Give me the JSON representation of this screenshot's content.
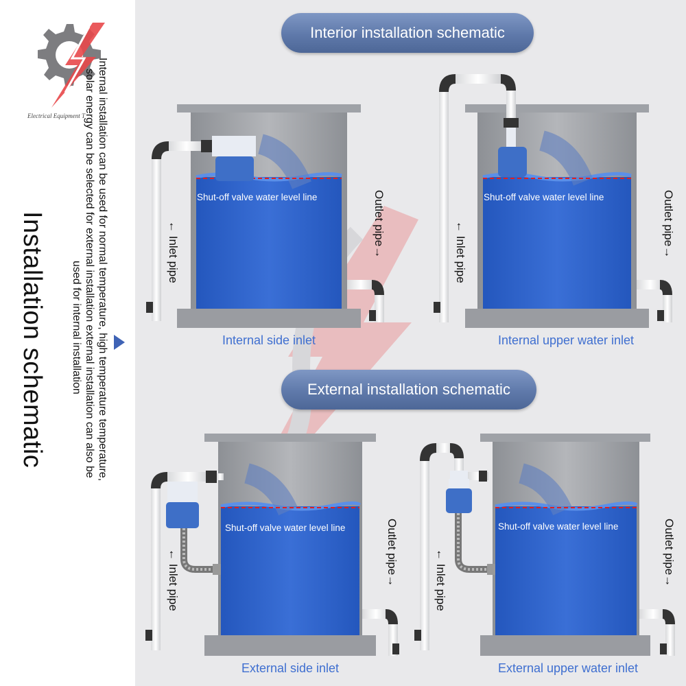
{
  "logo": {
    "name": "gear-bolt-logo",
    "caption": "Electrical Equipment T"
  },
  "sidebar": {
    "title": "Installation schematic",
    "description_lines": [
      "Internal installation can be used for normal temperature, high temperature temperature,",
      "solar energy can be selected for external installation external installation can also be",
      "used for internal installation"
    ]
  },
  "sections": {
    "interior_title": "Interior installation schematic",
    "exterior_title": "External installation schematic"
  },
  "diagrams": [
    {
      "caption": "Internal side inlet",
      "water_level_label": "Shut-off valve water level line",
      "inlet_label": "← Inlet pipe",
      "outlet_label": "Outlet pipe→"
    },
    {
      "caption": "Internal upper water inlet",
      "water_level_label": "Shut-off valve water level line",
      "inlet_label": "← Inlet pipe",
      "outlet_label": "Outlet pipe→"
    },
    {
      "caption": "External side inlet",
      "water_level_label": "Shut-off valve water level line",
      "inlet_label": "← Inlet pipe",
      "outlet_label": "Outlet pipe→"
    },
    {
      "caption": "External upper water inlet",
      "water_level_label": "Shut-off valve water level line",
      "inlet_label": "← Inlet pipe",
      "outlet_label": "Outlet pipe→"
    }
  ],
  "colors": {
    "water": "#2f63c9",
    "tank": "#a3a6ab",
    "accent_text": "#3f6fd0",
    "pill": "#6781b2",
    "level_line": "#e02020"
  }
}
